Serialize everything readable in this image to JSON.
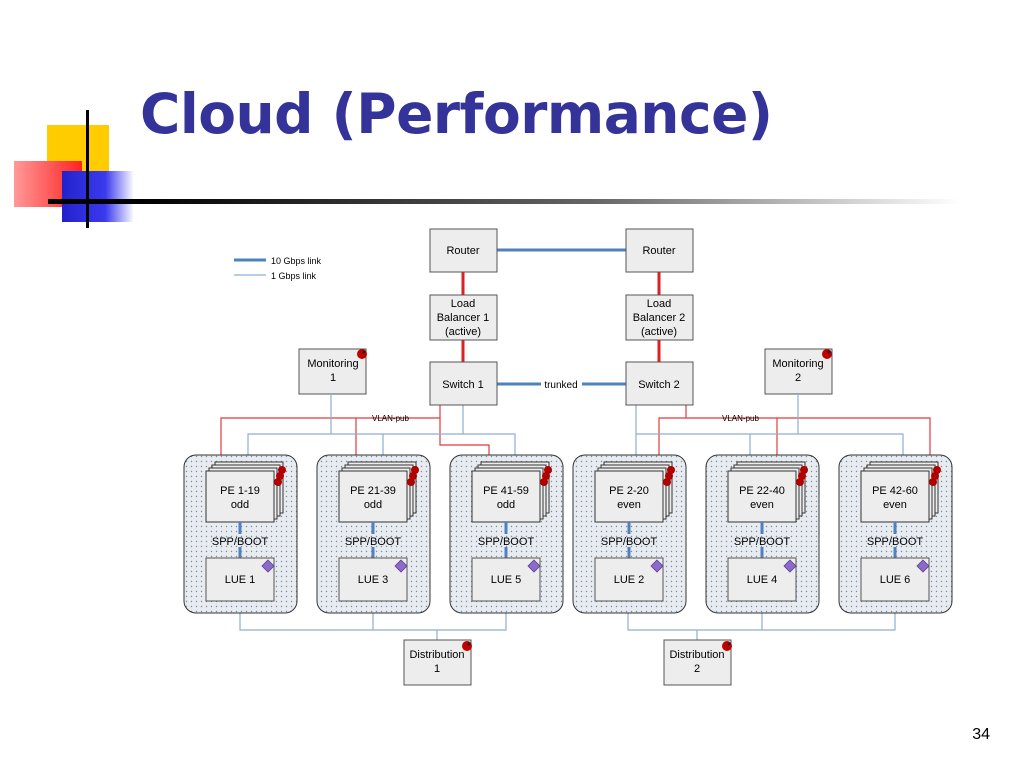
{
  "slide": {
    "title": "Cloud (Performance)",
    "page_number": "34"
  },
  "legend": {
    "link_10g": "10 Gbps link",
    "link_1g": "1 Gbps link"
  },
  "nodes": {
    "router1": "Router",
    "router2": "Router",
    "lb1": [
      "Load",
      "Balancer 1",
      "(active)"
    ],
    "lb2": [
      "Load",
      "Balancer 2",
      "(active)"
    ],
    "switch1": "Switch 1",
    "switch2": "Switch 2",
    "trunk_label": "trunked",
    "monitoring1": [
      "Monitoring",
      "1"
    ],
    "monitoring2": [
      "Monitoring",
      "2"
    ],
    "vlan_left": "VLAN-pub",
    "vlan_right": "VLAN-pub",
    "distribution1": [
      "Distribution",
      "1"
    ],
    "distribution2": [
      "Distribution",
      "2"
    ]
  },
  "groups": [
    {
      "pe": [
        "PE 1-19",
        "odd"
      ],
      "link": "SPP/BOOT",
      "lue": "LUE 1"
    },
    {
      "pe": [
        "PE 21-39",
        "odd"
      ],
      "link": "SPP/BOOT",
      "lue": "LUE 3"
    },
    {
      "pe": [
        "PE 41-59",
        "odd"
      ],
      "link": "SPP/BOOT",
      "lue": "LUE 5"
    },
    {
      "pe": [
        "PE 2-20",
        "even"
      ],
      "link": "SPP/BOOT",
      "lue": "LUE 2"
    },
    {
      "pe": [
        "PE 22-40",
        "even"
      ],
      "link": "SPP/BOOT",
      "lue": "LUE 4"
    },
    {
      "pe": [
        "PE 42-60",
        "even"
      ],
      "link": "SPP/BOOT",
      "lue": "LUE 6"
    }
  ],
  "colors": {
    "title": "#333399",
    "link_10g": "#4f81bd",
    "link_1g": "#8eaed2",
    "lb_link": "#e02020",
    "vlan_pub": "#e23b3b"
  },
  "icons": {
    "monitor_badge": "red-ladybug-icon",
    "lue_badge": "purple-diamond-icon"
  }
}
